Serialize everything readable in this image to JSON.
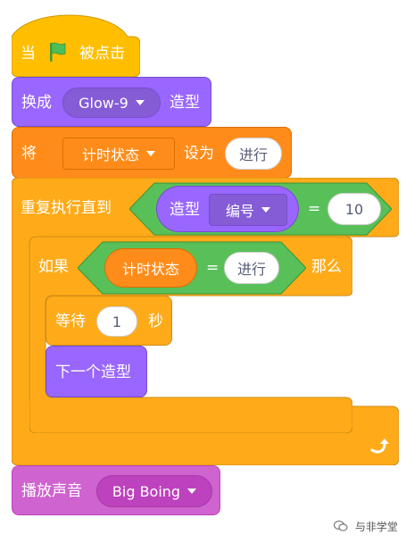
{
  "script": {
    "hat": {
      "prefix": "当",
      "suffix": "被点击",
      "flag_icon": "green-flag-icon"
    },
    "switch_costume": {
      "prefix": "换成",
      "costume": "Glow-9",
      "suffix": "造型"
    },
    "set_var": {
      "prefix": "将",
      "variable": "计时状态",
      "middle": "设为",
      "value": "进行"
    },
    "repeat_until": {
      "label": "重复执行直到",
      "condition": {
        "reporter_label": "造型",
        "reporter_option": "编号",
        "operator": "=",
        "value": "10"
      }
    },
    "if_block": {
      "prefix": "如果",
      "condition": {
        "variable": "计时状态",
        "operator": "=",
        "value": "进行"
      },
      "suffix": "那么"
    },
    "wait": {
      "prefix": "等待",
      "value": "1",
      "suffix": "秒"
    },
    "next_costume": {
      "label": "下一个造型"
    },
    "loop_icon": "repeat-arrow-icon",
    "play_sound": {
      "prefix": "播放声音",
      "sound": "Big Boing"
    }
  },
  "watermark": {
    "text": "与非学堂",
    "icon": "wechat-icon"
  },
  "colors": {
    "events": "#ffbf00",
    "looks": "#9966ff",
    "looks_dark": "#855cd6",
    "variables": "#ff8c1a",
    "control": "#ffab19",
    "operators": "#59c059",
    "sound": "#cf63cf",
    "sound_dark": "#bd42bd"
  }
}
